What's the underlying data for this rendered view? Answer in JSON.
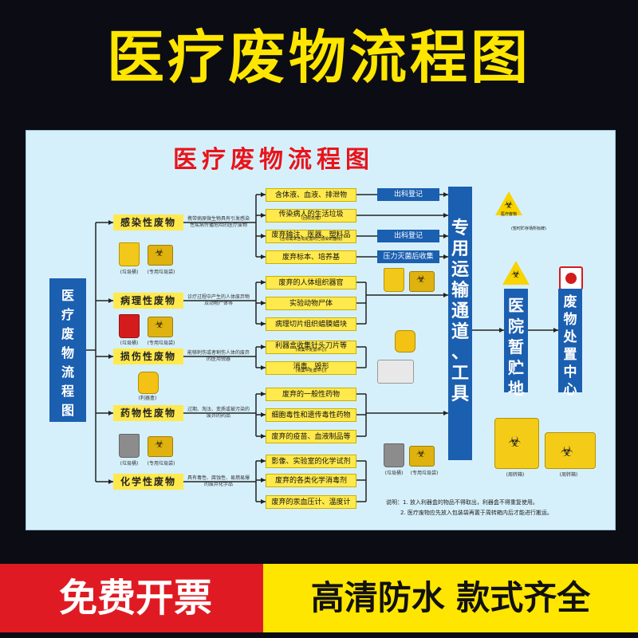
{
  "banner": {
    "title": "医疗废物流程图"
  },
  "board": {
    "title": "医疗废物流程图",
    "main_box": [
      "医",
      "疗",
      "废",
      "物",
      "流",
      "程",
      "图"
    ],
    "channel": [
      "专",
      "用",
      "运",
      "输",
      "通",
      "道",
      "、",
      "工",
      "具"
    ],
    "hospital": [
      "医",
      "院",
      "暂",
      "贮",
      "地"
    ],
    "center": [
      "废",
      "物",
      "处",
      "置",
      "中",
      "心"
    ],
    "categories": [
      {
        "label": "感染性废物",
        "desc": "携带病原微生物具有引发感染性疾病传播危险的医疗废物"
      },
      {
        "label": "病理性废物",
        "desc": "诊疗过程中产生的人体废弃物及动物尸体等"
      },
      {
        "label": "损伤性废物",
        "desc": "能够刺伤或者割伤人体的废弃的医用锐器"
      },
      {
        "label": "药物性废物",
        "desc": "过期、淘汰、变质或被污染的废弃的药品"
      },
      {
        "label": "化学性废物",
        "desc": "具有毒性、腐蚀性、易燃易爆的废弃化学品"
      }
    ],
    "items": {
      "i1": "含体液、血液、排泄物",
      "i2": "传染病人的生活垃圾",
      "i2_sub": "(回收处理)",
      "i3": "废弃输注、医器、塑料品",
      "i3_sub": "(含有或未含有处置时已感染的器物)",
      "i4": "废弃标本、培养基",
      "i5": "废弃的人体组织器官",
      "i6": "实验动物尸体",
      "i7": "病理切片组织蜡膜蜡块",
      "i8": "利器盒收集针头刀片等",
      "i8_sub": "(收集中处置中心)",
      "i9": "消毒、毁形",
      "i9_sub": "(收集中处置中心)",
      "i10": "废弃的一般性药物",
      "i11": "细胞毒性和遗传毒性药物",
      "i12": "废弃的疫苗、血液制品等",
      "i13": "影像、实验室的化学试剂",
      "i14": "废弃的各类化学消毒剂",
      "i15": "废弃的汞血压计、温度计"
    },
    "blue_labels": {
      "b1": "出科登记",
      "b2": "出科登记",
      "b3": "压力灭菌后收集"
    },
    "captions": {
      "trash_bin": "(垃圾桶)",
      "waste_bag": "(专用垃圾袋)",
      "sharps_box": "(利器盒)",
      "turnover_box": "(周转箱)",
      "sign": "(暂时贮存场所标牌)",
      "sign_small": "医疗废物"
    },
    "notes": {
      "n1": "说明：1. 放入利器盒的物品不得取出，利器盒不得重复使用。",
      "n2": "2. 医疗废物应先放入包装袋再置于周转箱内后才能进行搬运。"
    }
  },
  "footer": {
    "left": "免费开票",
    "right": "高清防水 款式齐全"
  },
  "colors": {
    "yellow": "#ffe600",
    "red": "#e01a23",
    "blue": "#1b5fb0",
    "board": "#d6f0fb",
    "title_red": "#e8141b"
  }
}
